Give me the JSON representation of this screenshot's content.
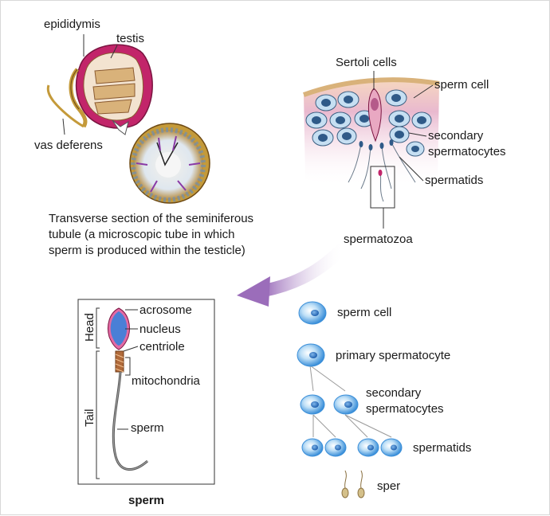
{
  "testis_labels": {
    "epididymis": "epididymis",
    "testis": "testis",
    "vas_deferens": "vas deferens",
    "caption_1": "Transverse section of the seminiferous",
    "caption_2": "tubule (a microscopic tube in which",
    "caption_3": "sperm is produced within the testicle)"
  },
  "tubule_labels": {
    "sertoli": "Sertoli cells",
    "sperm_cell": "sperm cell",
    "secondary_1": "secondary",
    "secondary_2": "spermatocytes",
    "spermatids": "spermatids",
    "spermatozoa": "spermatozoa"
  },
  "sperm_labels": {
    "head": "Head",
    "tail": "Tail",
    "acrosome": "acrosome",
    "nucleus": "nucleus",
    "centriole": "centriole",
    "mitochondria": "mitochondria",
    "sperm": "sperm",
    "caption": "sperm"
  },
  "stage_labels": {
    "sperm_cell": "sperm cell",
    "primary": "primary spermatocyte",
    "secondary_1": "secondary",
    "secondary_2": "spermatocytes",
    "spermatids": "spermatids",
    "sper": "sper"
  },
  "colors": {
    "cell_blue": "#3b8fd9",
    "tubule_pink": "#e8b3c6",
    "arrow_purple": "#9b6dba",
    "testis_magenta": "#c2256a",
    "sperm_head": "#4a7fd6"
  }
}
